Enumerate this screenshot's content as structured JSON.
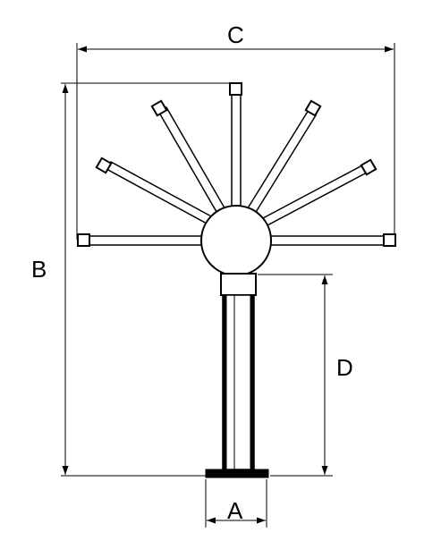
{
  "labels": {
    "c": "C",
    "b": "B",
    "d": "D",
    "a": "A"
  },
  "colors": {
    "line": "#000000",
    "background": "#ffffff"
  }
}
